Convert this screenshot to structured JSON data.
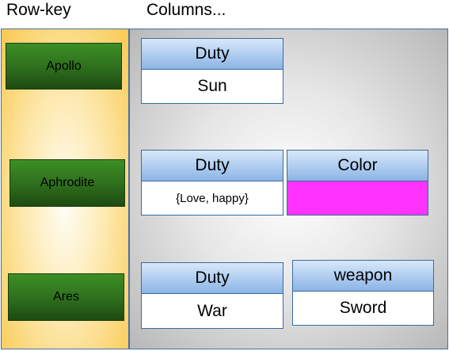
{
  "headers": {
    "rowkey": "Row-key",
    "columns": "Columns..."
  },
  "rows": [
    {
      "key": "Apollo",
      "cells": [
        {
          "column": "Duty",
          "value": "Sun"
        }
      ]
    },
    {
      "key": "Aphrodite",
      "cells": [
        {
          "column": "Duty",
          "value": "{Love, happy}"
        },
        {
          "column": "Color",
          "value": "",
          "swatch": "#ff33ff"
        }
      ]
    },
    {
      "key": "Ares",
      "cells": [
        {
          "column": "Duty",
          "value": "War"
        },
        {
          "column": "weapon",
          "value": "Sword"
        }
      ]
    }
  ],
  "colors": {
    "key_box": "#2e6d1d",
    "rowkey_panel": "#f9c94f",
    "cell_header": "#a9c9ee",
    "border": "#3a6aa0"
  }
}
